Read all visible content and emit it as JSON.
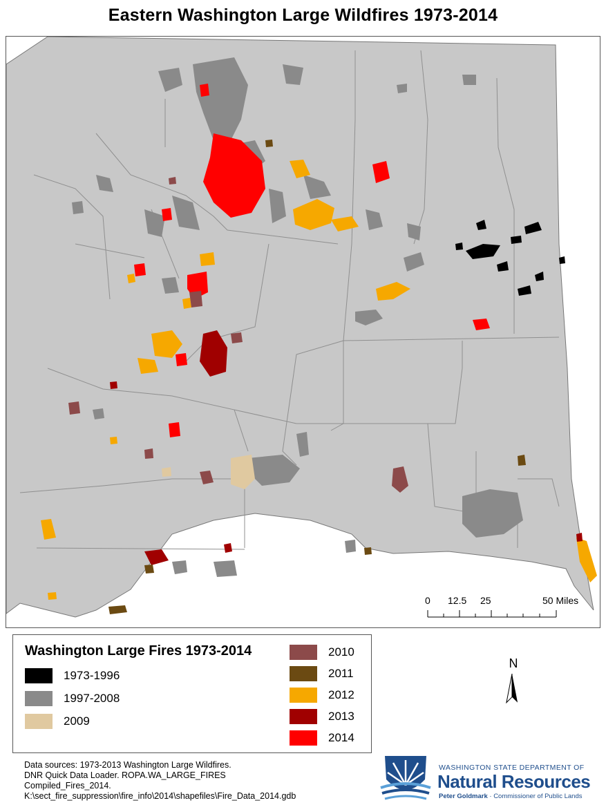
{
  "title": "Eastern Washington Large Wildfires 1973-2014",
  "legend": {
    "title": "Washington Large Fires 1973-2014",
    "items": [
      {
        "label": "1973-1996",
        "color": "#000000"
      },
      {
        "label": "1997-2008",
        "color": "#8a8a8a"
      },
      {
        "label": "2009",
        "color": "#e0c9a0"
      },
      {
        "label": "2010",
        "color": "#8c4a4a"
      },
      {
        "label": "2011",
        "color": "#6b4a12"
      },
      {
        "label": "2012",
        "color": "#f6a800"
      },
      {
        "label": "2013",
        "color": "#a00000"
      },
      {
        "label": "2014",
        "color": "#ff0000"
      }
    ]
  },
  "scale": {
    "labels": [
      "0",
      "12.5",
      "25",
      "50 Miles"
    ]
  },
  "north": {
    "label": "N"
  },
  "sources": [
    "Data sources:  1973-2013 Washington Large Wildfires.",
    "DNR Quick Data Loader.  ROPA.WA_LARGE_FIRES",
    "Compiled_Fires_2014.",
    "K:\\sect_fire_suppression\\fire_info\\2014\\shapefiles\\Fire_Data_2014.gdb"
  ],
  "logo": {
    "line1": "WASHINGTON STATE DEPARTMENT OF",
    "line2": "Natural Resources",
    "line3_name": "Peter Goldmark",
    "line3_role": " · Commissioner of Public Lands"
  },
  "colors": {
    "land": "#c8c8c8",
    "county_line": "#8a8a8a",
    "logo_blue": "#1f4e8c"
  }
}
